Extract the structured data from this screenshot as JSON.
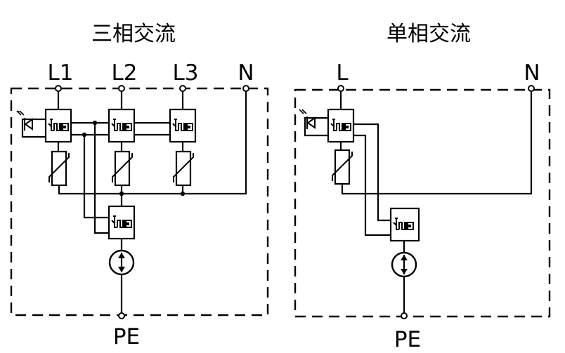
{
  "three_phase": {
    "title": "三相交流",
    "terminals": [
      "L1",
      "L2",
      "L3",
      "N"
    ],
    "ground": "PE"
  },
  "single_phase": {
    "title": "单相交流",
    "terminals": [
      "L",
      "N"
    ],
    "ground": "PE"
  }
}
